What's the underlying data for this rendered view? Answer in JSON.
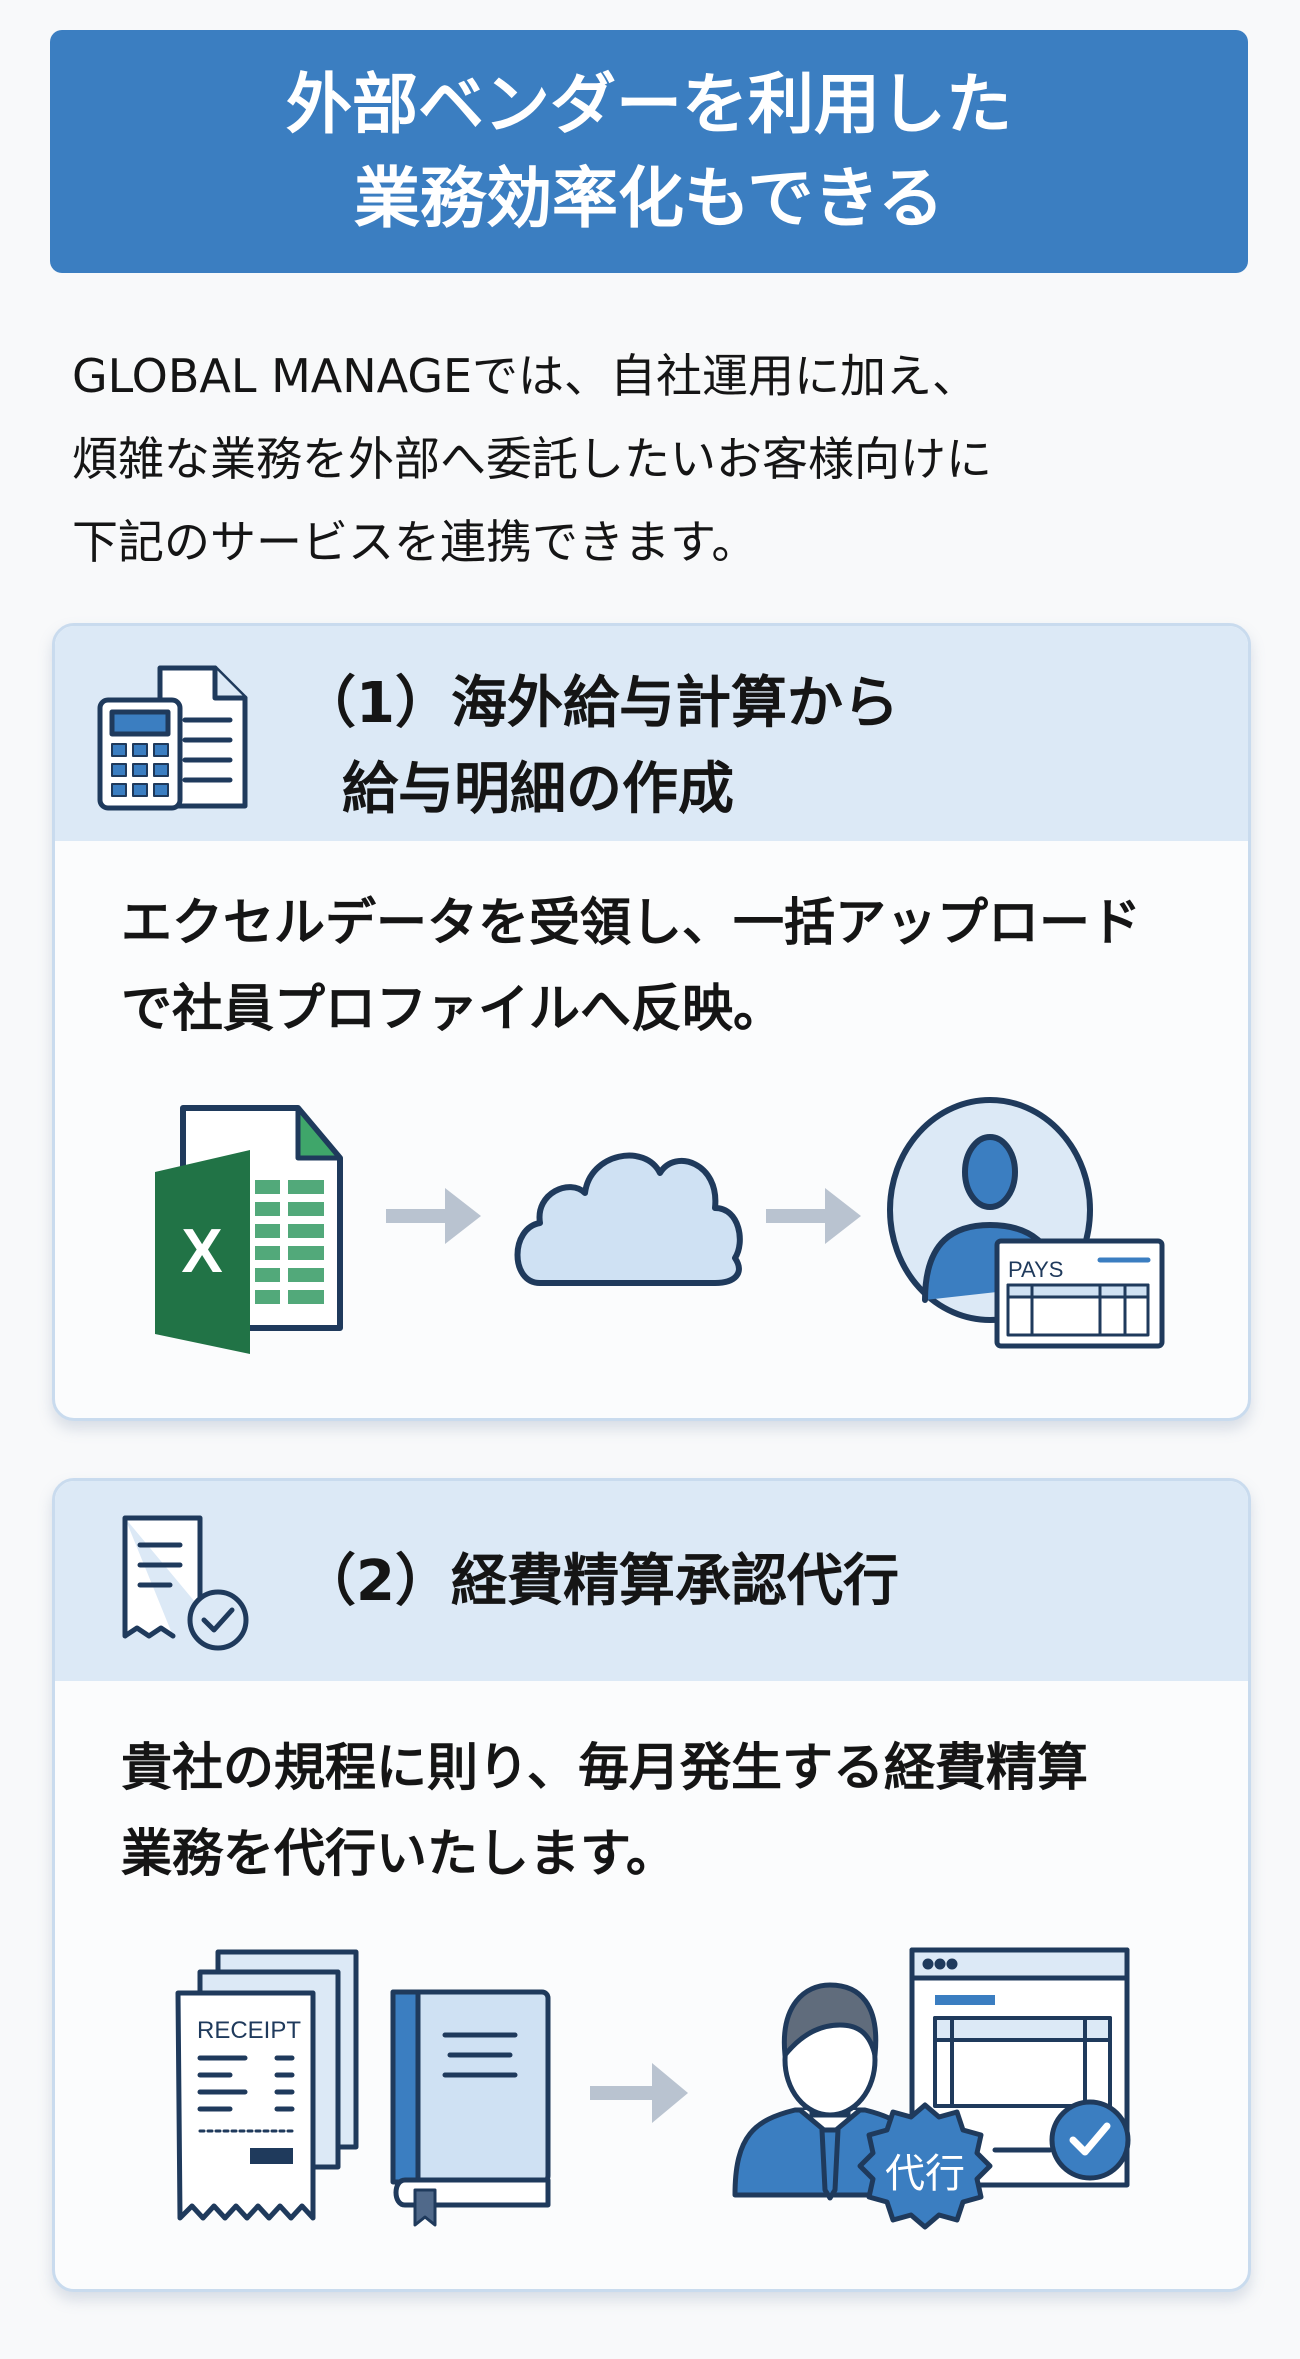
{
  "banner": {
    "line1": "外部ベンダーを利用した",
    "line2": "業務効率化もできる"
  },
  "intro": {
    "line1": "GLOBAL MANAGEでは、自社運用に加え、",
    "line2": "煩雑な業務を外部へ委託したいお客様向けに",
    "line3": "下記のサービスを連携できます。"
  },
  "cards": [
    {
      "title_line1": "（1）海外給与計算から",
      "title_line2": "給与明細の作成",
      "body_line1": "エクセルデータを受領し、一括アップロード",
      "body_line2": "で社員プロファイルへ反映。",
      "icons": [
        "calculator-document-icon",
        "excel-file-icon",
        "arrow-right-icon",
        "cloud-icon",
        "user-profile-icon",
        "payslip-icon"
      ],
      "payslip_label": "PAYS"
    },
    {
      "title_line1": "（2）経費精算承認代行",
      "body_line1": "貴社の規程に則り、毎月発生する経費精算",
      "body_line2": "業務を代行いたします。",
      "icons": [
        "receipt-check-icon",
        "receipts-icon",
        "book-icon",
        "arrow-right-icon",
        "businessman-icon",
        "browser-window-icon",
        "check-circle-icon"
      ],
      "receipt_label": "RECEIPT",
      "stamp_label": "代行"
    }
  ],
  "colors": {
    "brand_blue": "#3b7ec1",
    "header_band": "#dce9f6",
    "navy": "#1f3a5c",
    "excel_green": "#217346"
  }
}
